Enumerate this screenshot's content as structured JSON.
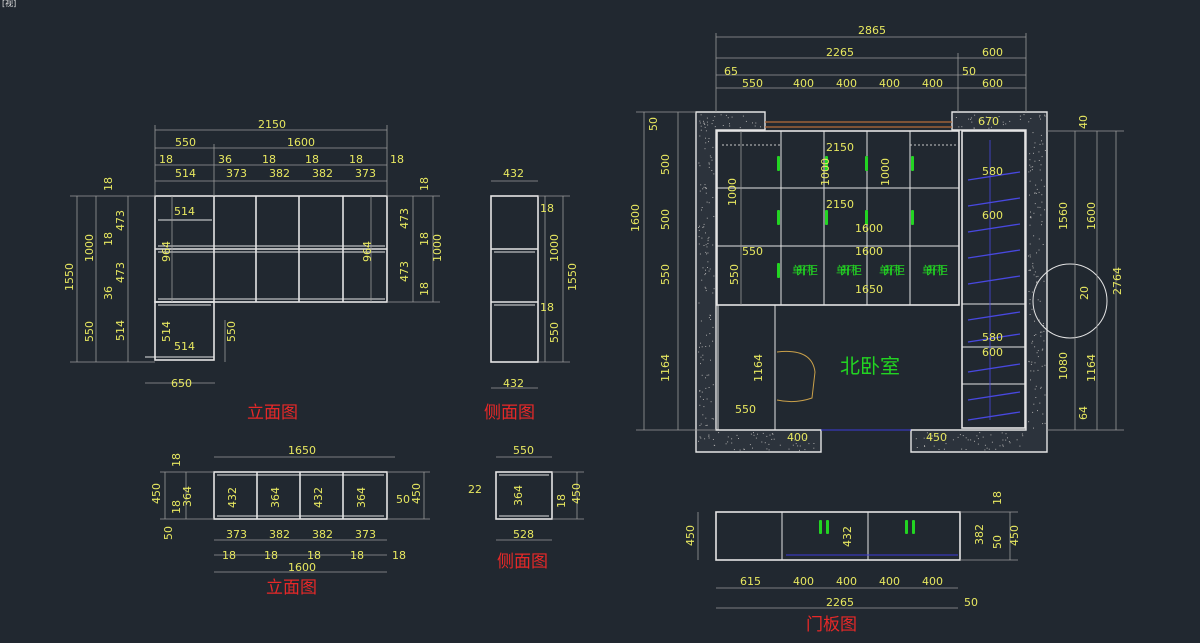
{
  "corner_label": "[视]",
  "titles": {
    "elev_top": "立面图",
    "side_top": "侧面图",
    "elev_bottom": "立面图",
    "side_bottom": "侧面图",
    "door_panel": "门板图"
  },
  "room_label": "北卧室",
  "cabinet_labels": [
    "单开门柜",
    "单开门柜",
    "单开门柜",
    "单开门柜"
  ],
  "elev_top_dims": {
    "overall_w": "2150",
    "left_w": "550",
    "right_w": "1600",
    "thk": [
      "18",
      "36",
      "18",
      "18",
      "18",
      "18"
    ],
    "bays": [
      "514",
      "373",
      "382",
      "382",
      "373"
    ],
    "h_total": "1550",
    "h_upper": "1000",
    "h_lower": "550",
    "left_parts": [
      "18",
      "473",
      "18",
      "473",
      "36",
      "514"
    ],
    "right_parts": [
      "18",
      "473",
      "18",
      "473",
      "18"
    ],
    "inner": [
      "514",
      "964",
      "964",
      "514",
      "550",
      "514"
    ],
    "bottom_w": "650"
  },
  "side_top_dims": {
    "w_top": "432",
    "w_bottom": "432",
    "h": "1550",
    "h_up": "1000",
    "h_low": "550",
    "thk": [
      "18",
      "18"
    ]
  },
  "elev_bottom_dims": {
    "overall_w": "1650",
    "bottom_w": "1600",
    "h": "450",
    "inner_h": "364",
    "bays": [
      "373",
      "382",
      "382",
      "373"
    ],
    "thk": [
      "18",
      "18",
      "18",
      "18",
      "18"
    ],
    "inner": [
      "432",
      "364",
      "432",
      "364"
    ],
    "left_parts": [
      "18",
      "18",
      "50"
    ],
    "right": "50"
  },
  "side_bottom_dims": {
    "w_top": "550",
    "w_bottom": "528",
    "h": "450",
    "inner": "364",
    "left": "22",
    "right": "18"
  },
  "plan_dims": {
    "overall": "2865",
    "main": "2265",
    "side": "600",
    "segs": [
      "65",
      "550",
      "400",
      "400",
      "400",
      "400",
      "50",
      "600"
    ],
    "left_h": [
      "50",
      "500",
      "500",
      "550",
      "1164"
    ],
    "left_total": "1600",
    "inner_left": [
      "1000",
      "550",
      "1164"
    ],
    "widths": [
      "2150",
      "2150",
      "1600",
      "550",
      "1600",
      "1650"
    ],
    "right_inner": [
      "670",
      "580",
      "600",
      "580",
      "600"
    ],
    "right_outer": [
      "40",
      "1560",
      "1600",
      "20",
      "1080",
      "1164",
      "64"
    ],
    "right_total": "2764",
    "door_l": "550",
    "door_b1": "400",
    "door_b2": "450"
  },
  "panel_dims": {
    "h": "450",
    "inner_h": "432",
    "right": [
      "18",
      "382",
      "50",
      "450"
    ],
    "segs": [
      "615",
      "400",
      "400",
      "400",
      "400"
    ],
    "total": "2265",
    "tail": "50"
  }
}
